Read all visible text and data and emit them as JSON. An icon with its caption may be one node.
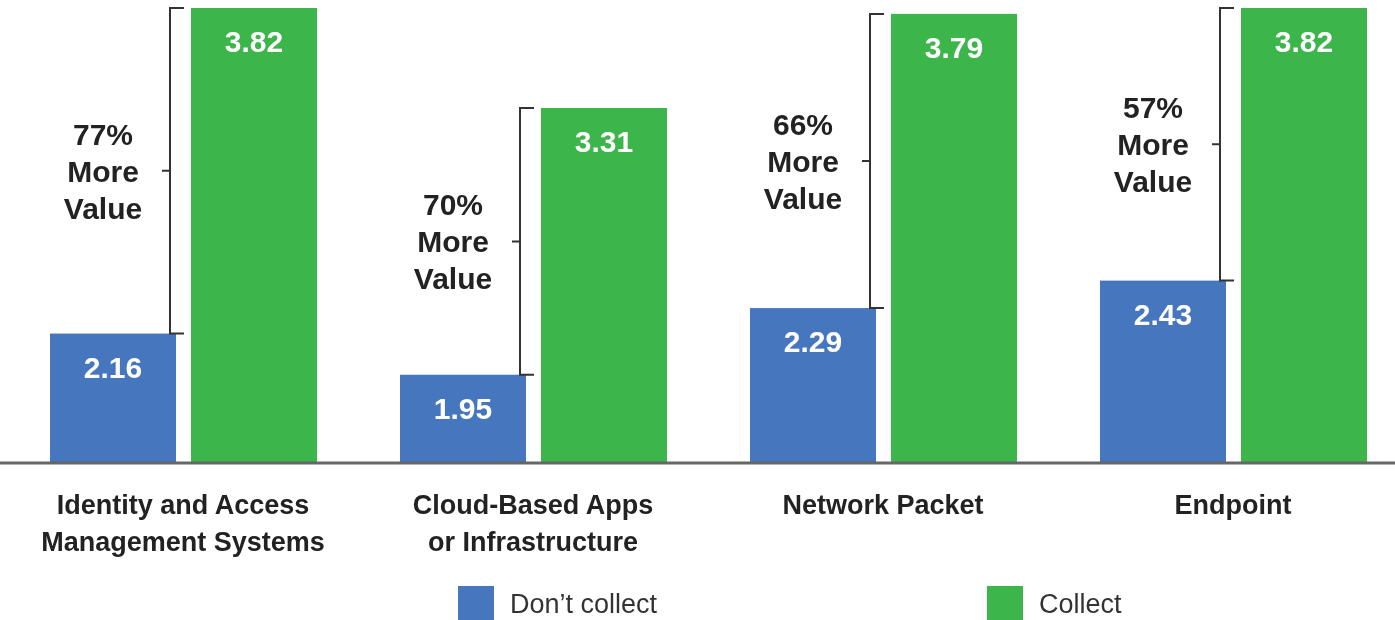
{
  "diagram": {
    "chart_data": {
      "type": "bar",
      "categories": [
        "Identity and Access Management Systems",
        "Cloud-Based Apps or Infrastructure",
        "Network Packet",
        "Endpoint"
      ],
      "series": [
        {
          "name": "Don’t collect",
          "color": "#4677be",
          "values": [
            2.16,
            1.95,
            2.29,
            2.43
          ]
        },
        {
          "name": "Collect",
          "color": "#3cb54a",
          "values": [
            3.82,
            3.31,
            3.79,
            3.82
          ]
        }
      ],
      "ylim": [
        1.5,
        3.82
      ],
      "data_labels": true,
      "annotations": [
        "77% More Value",
        "70% More Value",
        "66% More Value",
        "57% More Value"
      ]
    }
  }
}
